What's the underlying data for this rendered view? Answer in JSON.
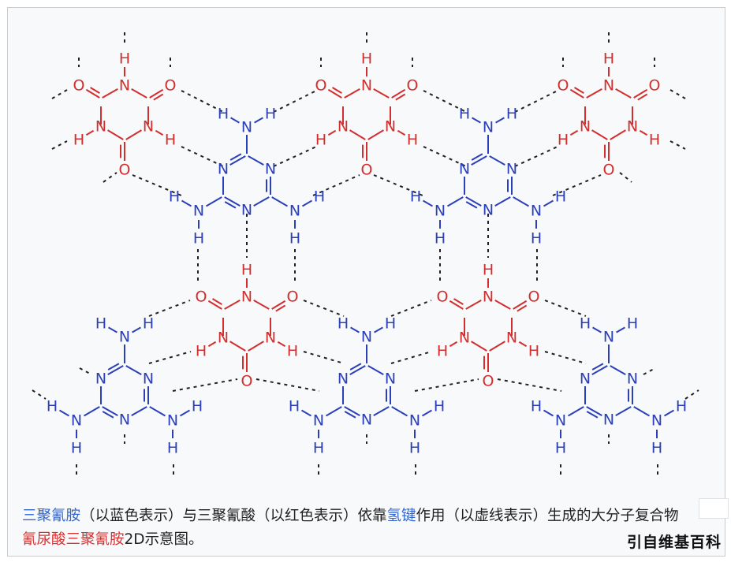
{
  "colors": {
    "melamine": "#2a3fb8",
    "cyanuric": "#d32e2e",
    "bond": "#202122",
    "link": "#3366cc",
    "redlink": "#d73333"
  },
  "atoms": {
    "H": "H",
    "N": "N",
    "O": "O"
  },
  "caption": {
    "link_melamine": "三聚氰胺",
    "text1": "（以蓝色表示）与三聚氰酸（以红色表示）依靠",
    "link_hbond": "氢键",
    "text2": "作用（以虚线表示）生成的大分子复合物",
    "link_cyuric": "氰尿酸三聚氰胺",
    "text3": "2D示意图。"
  },
  "source": "引自维基百科"
}
